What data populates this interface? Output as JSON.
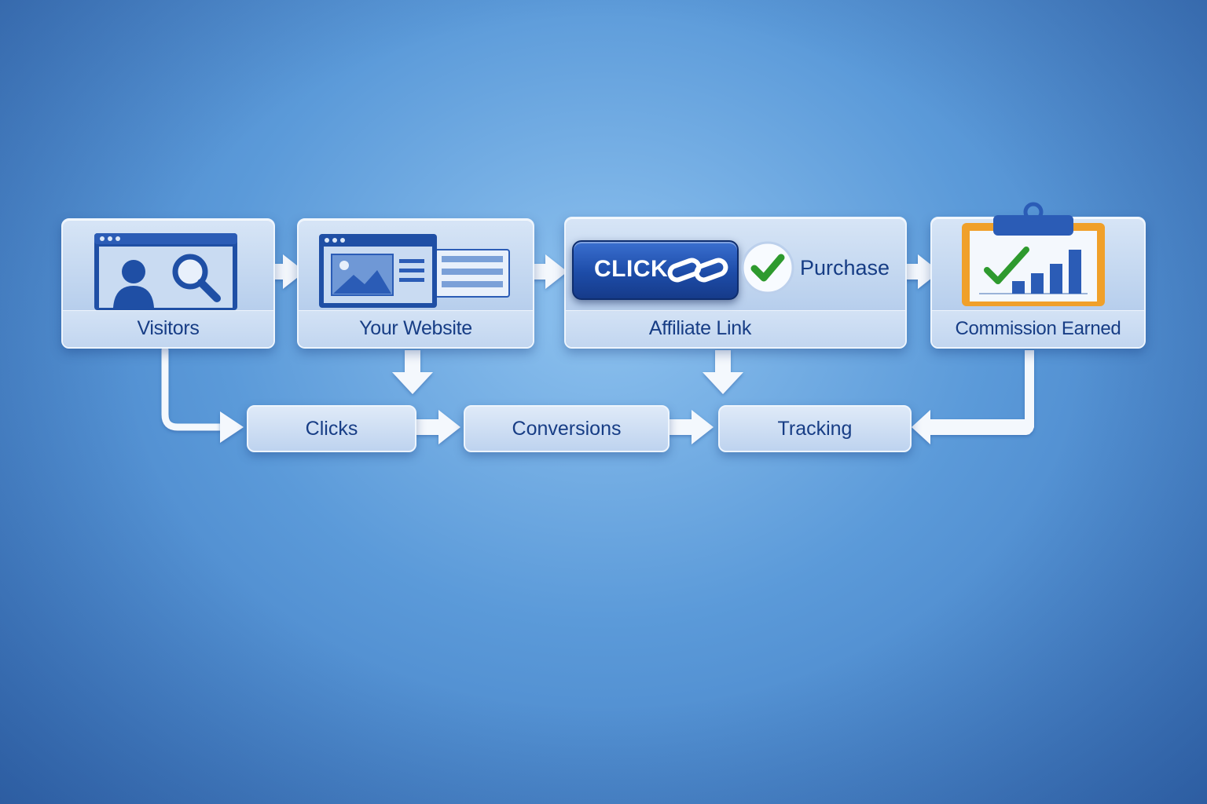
{
  "diagram": {
    "boxes": {
      "visitors": "Visitors",
      "website": "Your Website",
      "affiliate": "Affiliate Link",
      "commission": "Commission Earned"
    },
    "click_button": "CLICK",
    "purchase": "Purchase",
    "metrics": {
      "clicks": "Clicks",
      "conversions": "Conversions",
      "tracking": "Tracking"
    }
  },
  "icons": [
    "magnifier-user-icon",
    "webpage-image-icon",
    "chain-link-icon",
    "checkmark-icon",
    "clipboard-chart-icon"
  ],
  "colors": {
    "primary": "#1d4ca8",
    "text": "#173d85",
    "check": "#2e9a2e",
    "clipboard": "#f0a02a"
  }
}
